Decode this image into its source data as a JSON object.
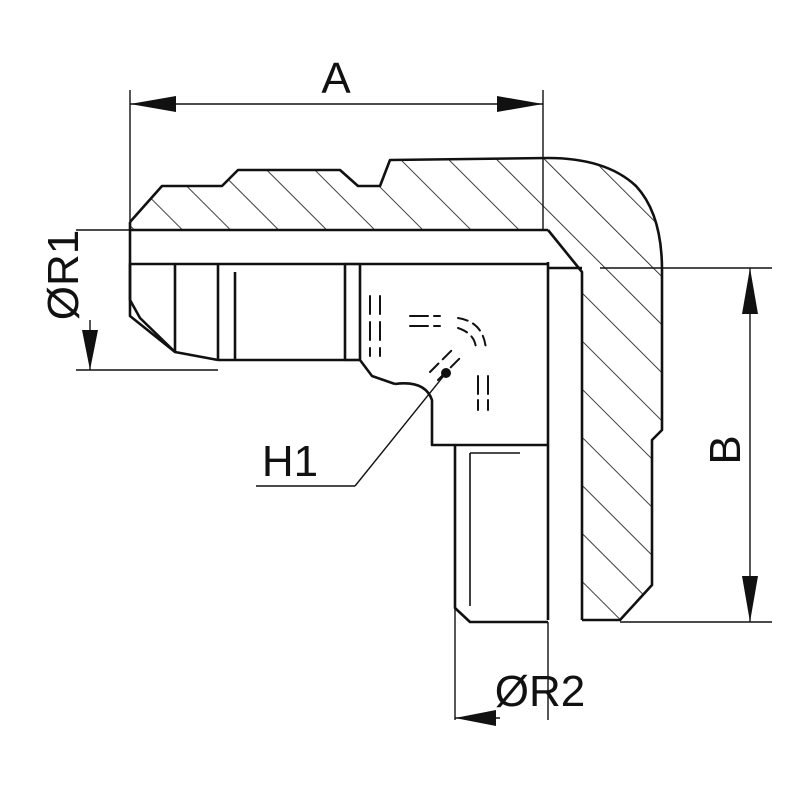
{
  "dimensions": {
    "A": "A",
    "B": "B",
    "R1": "ØR1",
    "R2": "ØR2",
    "H1": "H1"
  },
  "colors": {
    "line": "#111111",
    "thin": "#222222",
    "background": "#ffffff"
  }
}
